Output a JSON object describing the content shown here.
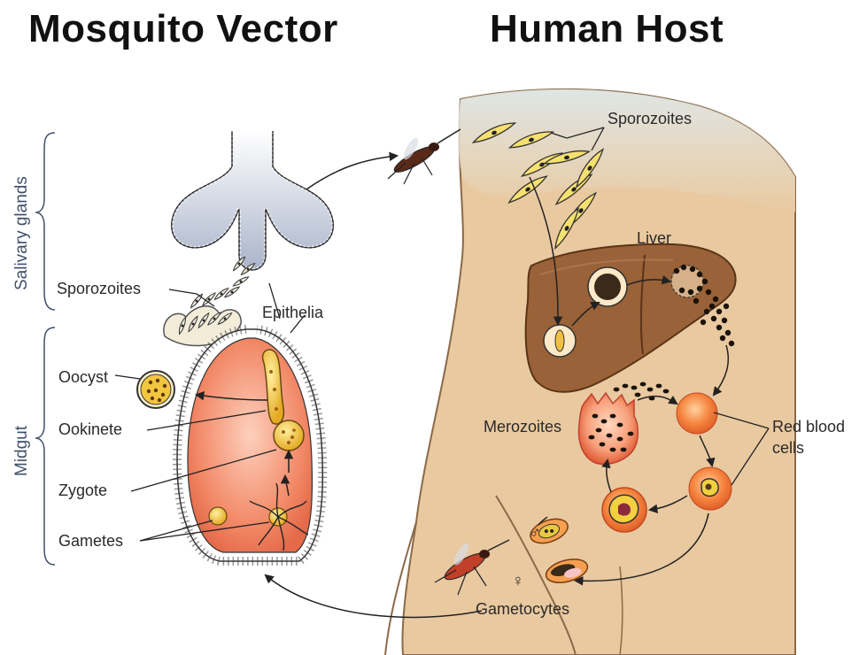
{
  "titles": {
    "mosquito": "Mosquito Vector",
    "human": "Human Host"
  },
  "mosquito_labels": {
    "salivary_glands": "Salivary glands",
    "midgut": "Midgut",
    "sporozoites": "Sporozoites",
    "epithelia": "Epithelia",
    "oocyst": "Oocyst",
    "ookinete": "Ookinete",
    "zygote": "Zygote",
    "gametes": "Gametes"
  },
  "human_labels": {
    "sporozoites": "Sporozoites",
    "liver": "Liver",
    "merozoites": "Merozoites",
    "red_blood_cells_line1": "Red blood",
    "red_blood_cells_line2": "cells",
    "gametocytes": "Gametocytes",
    "male_symbol": "♂",
    "female_symbol": "♀"
  },
  "colors": {
    "skin": "#e9c9a0",
    "skin_outline": "#8a6a48",
    "liver": "#9a6238",
    "midgut": "#f08a6a",
    "gland": "#b9c2d4",
    "rbc": "#f07a3a",
    "parasite": "#e8b830"
  }
}
